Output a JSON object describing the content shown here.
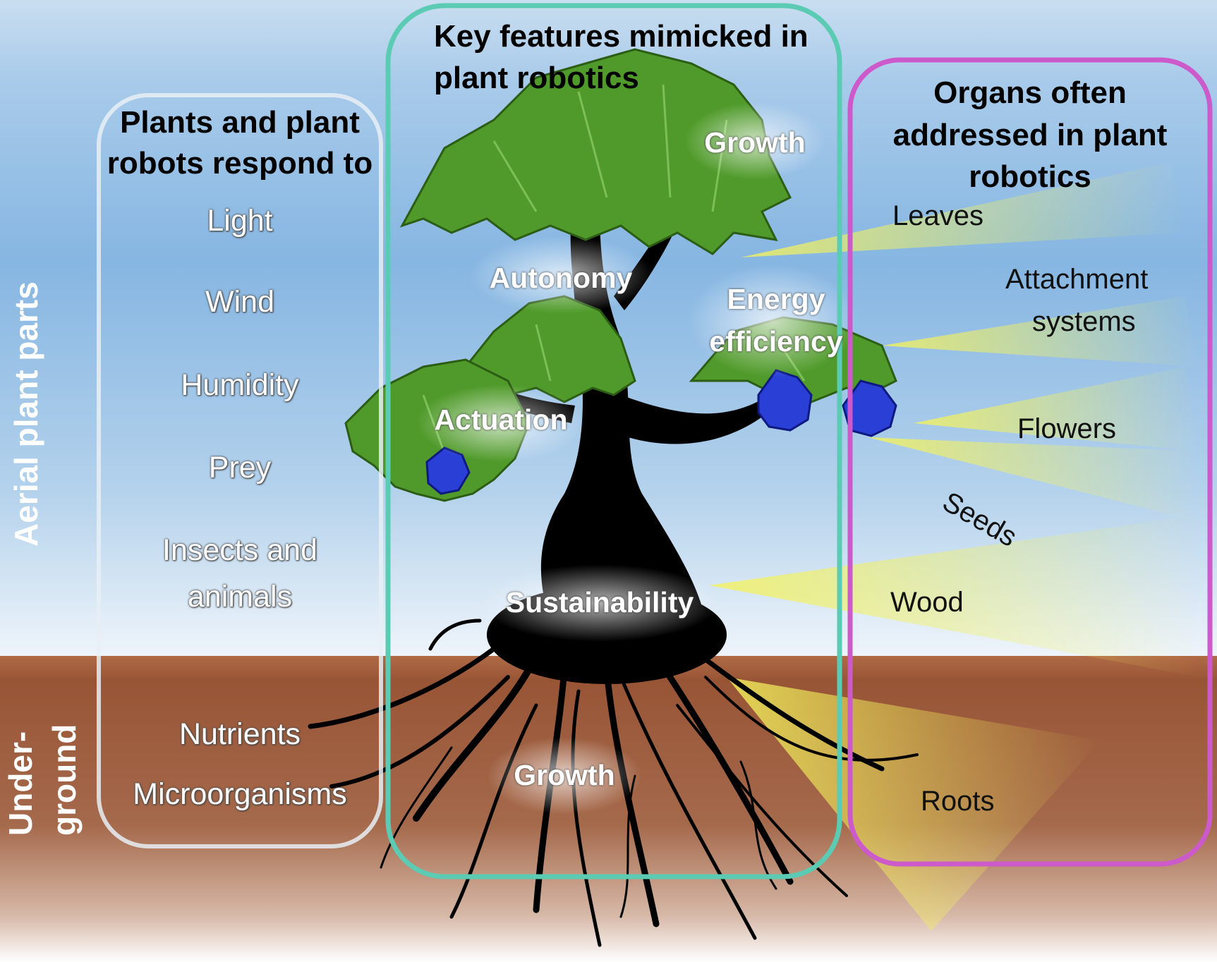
{
  "side_labels": {
    "aerial": "Aerial plant parts",
    "underground_line1": "Under-",
    "underground_line2": "ground"
  },
  "stimuli_box": {
    "title_line1": "Plants and plant",
    "title_line2": "robots respond to",
    "items": [
      "Light",
      "Wind",
      "Humidity",
      "Prey",
      "Insects and",
      "animals",
      "Nutrients",
      "Microorganisms"
    ]
  },
  "features_box": {
    "title_line1": "Key features mimicked in",
    "title_line2": "plant robotics",
    "items": [
      "Growth",
      "Autonomy",
      "Energy",
      "efficiency",
      "Actuation",
      "Sustainability",
      "Growth"
    ]
  },
  "organs_box": {
    "title_line1": "Organs often",
    "title_line2": "addressed in plant",
    "title_line3": "robotics",
    "items": [
      "Leaves",
      "Attachment",
      "systems",
      "Flowers",
      "Seeds",
      "Wood",
      "Roots"
    ]
  },
  "colors": {
    "sky_top": "#c6dcef",
    "sky_mid": "#8ab8e2",
    "soil": "#9a5a3a",
    "features_border": "#5ccbb4",
    "organs_border": "#cc5acb",
    "stimuli_border": "#e8eef4",
    "leaf": "#4f9a2a",
    "flower": "#2a3fd6",
    "trunk": "#000000",
    "light_beam": "#f2f25a"
  }
}
